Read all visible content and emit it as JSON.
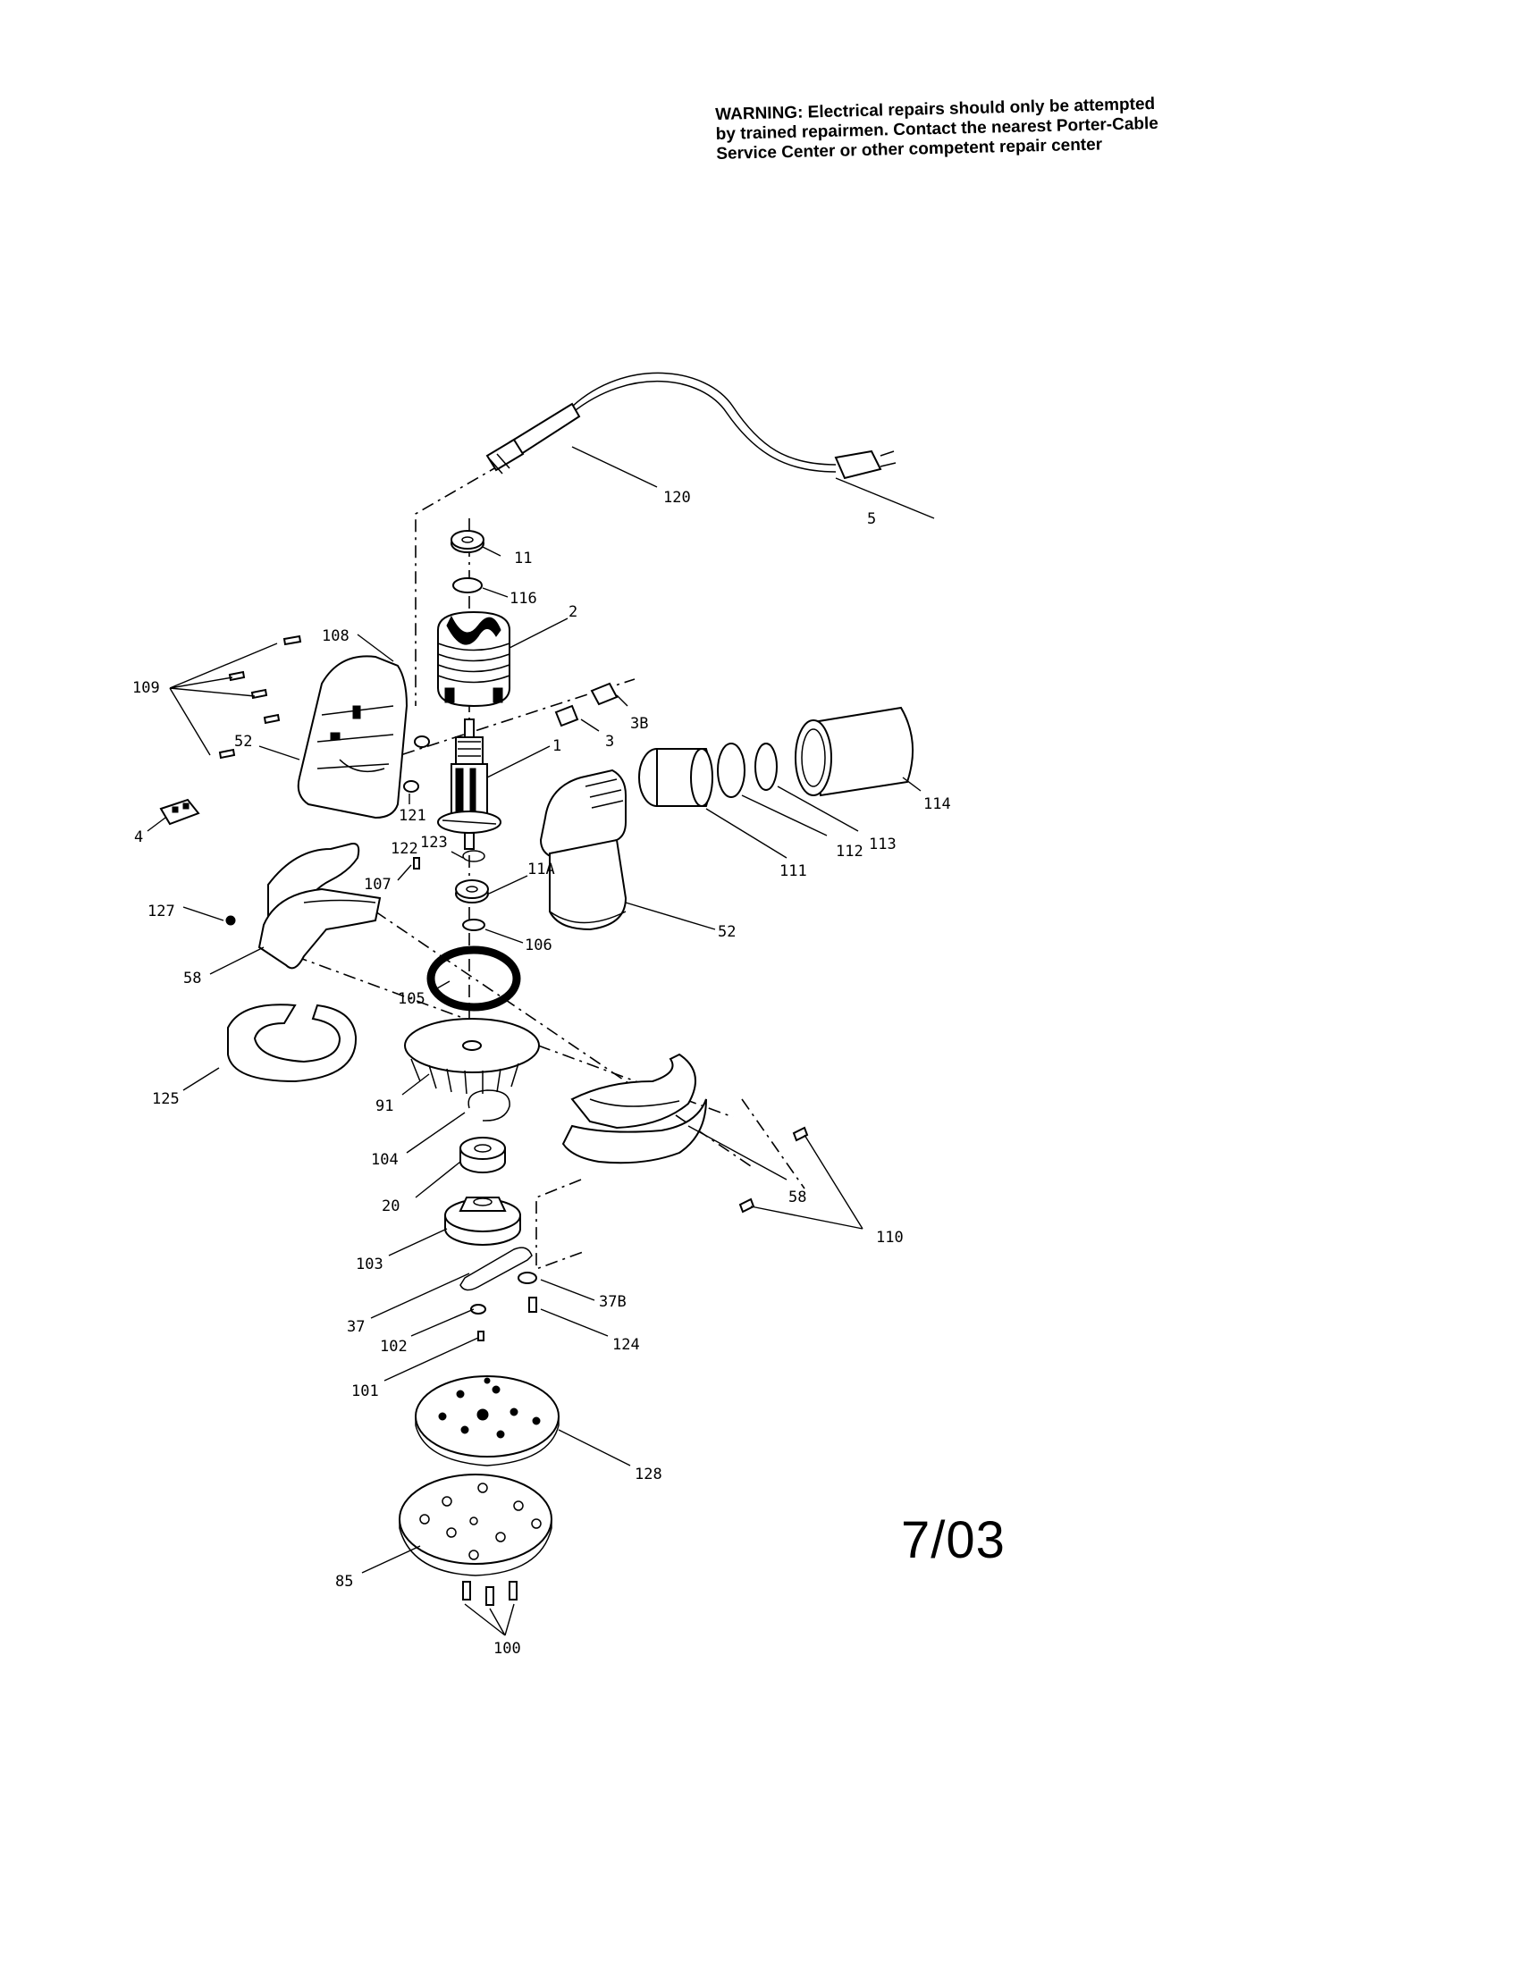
{
  "warning": {
    "lines": [
      "WARNING: Electrical repairs should only be attempted",
      "by trained repairmen. Contact the nearest Porter-Cable",
      "Service Center or other competent repair center"
    ]
  },
  "date_stamp": "7/03",
  "part_labels": {
    "p120": "120",
    "p5": "5",
    "p11": "11",
    "p116": "116",
    "p2": "2",
    "p108": "108",
    "p109": "109",
    "p52a": "52",
    "p3": "3",
    "p3b": "3B",
    "p1": "1",
    "p114": "114",
    "p113": "113",
    "p112": "112",
    "p111": "111",
    "p4": "4",
    "p121": "121",
    "p122": "122",
    "p123": "123",
    "p11a": "11A",
    "p107": "107",
    "p52b": "52",
    "p127": "127",
    "p106": "106",
    "p58a": "58",
    "p105": "105",
    "p125": "125",
    "p91": "91",
    "p104": "104",
    "p20": "20",
    "p58b": "58",
    "p110": "110",
    "p103": "103",
    "p37": "37",
    "p37b": "37B",
    "p102": "102",
    "p124": "124",
    "p101": "101",
    "p128": "128",
    "p85": "85",
    "p100": "100"
  }
}
